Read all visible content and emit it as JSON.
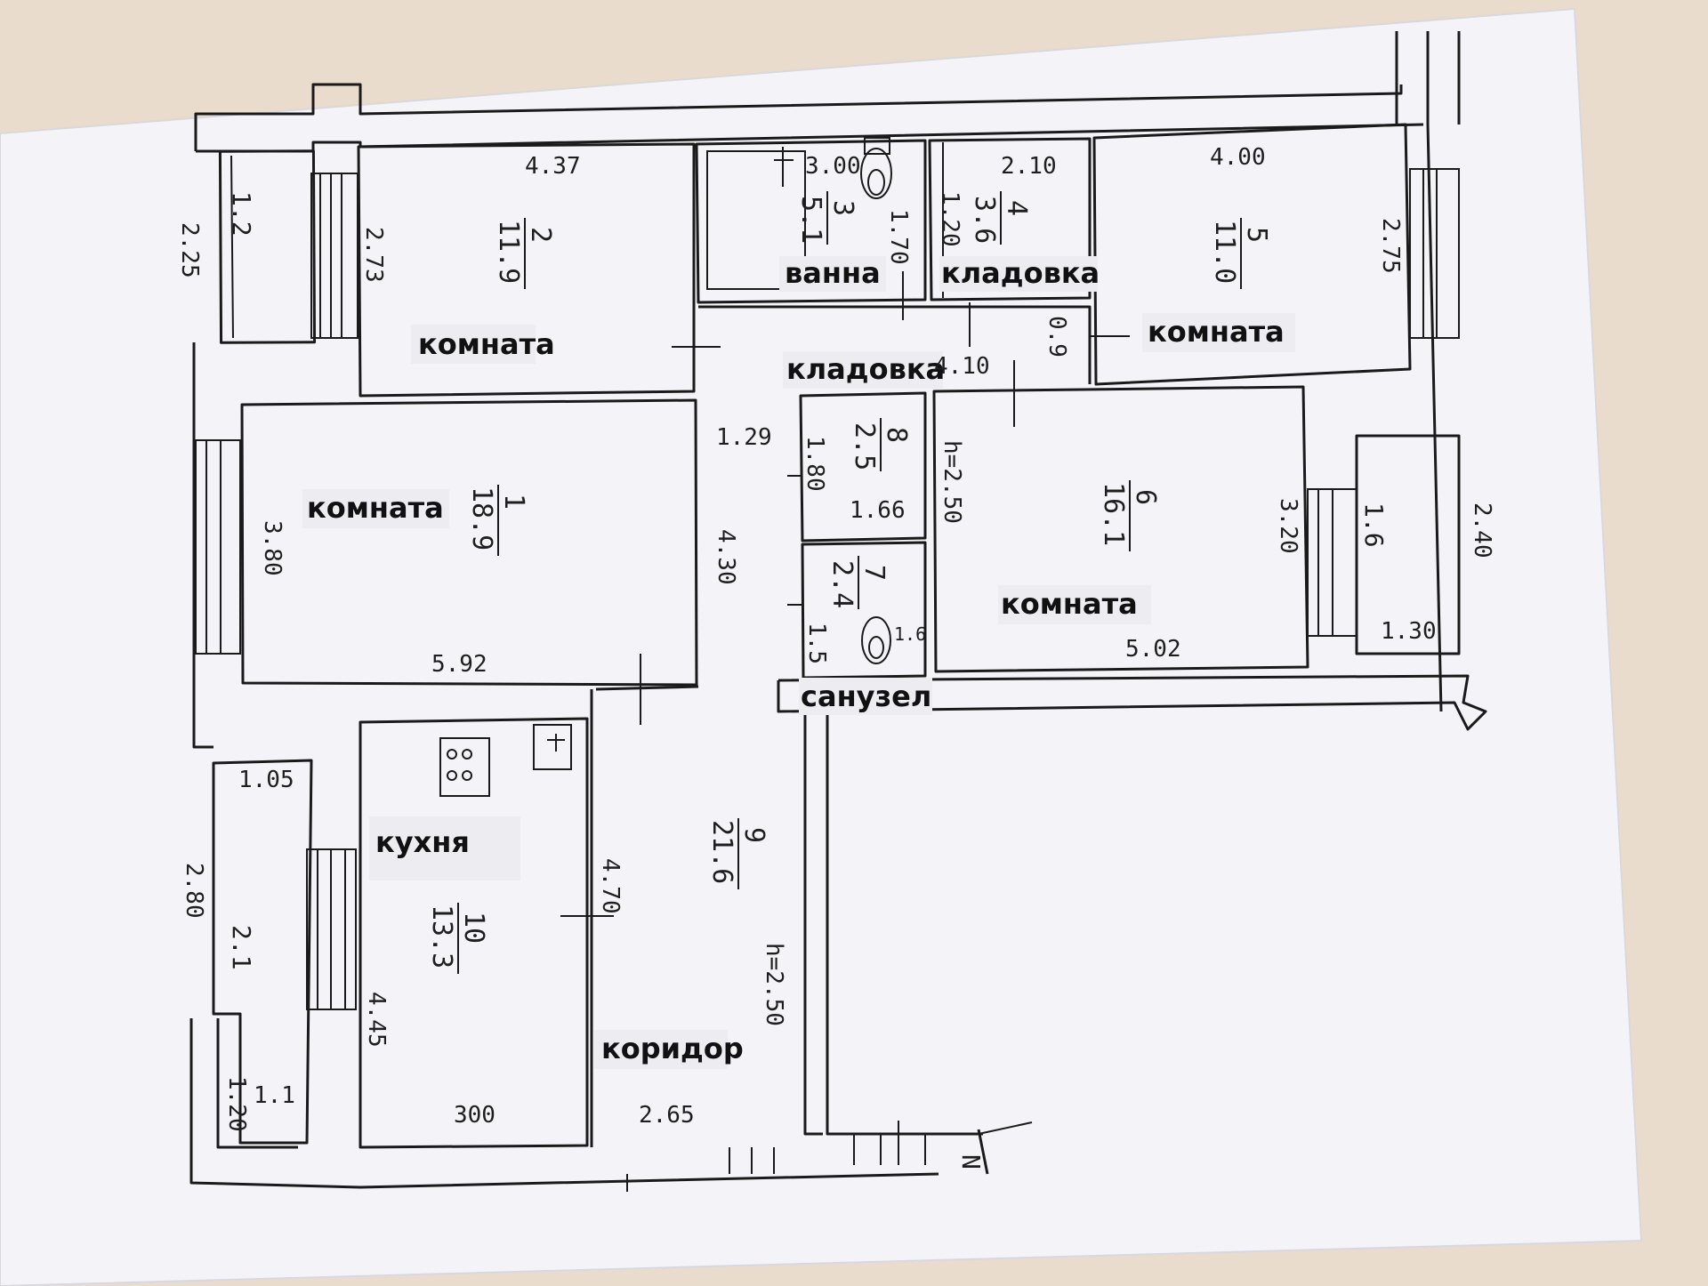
{
  "colors": {
    "table": "#e9dccd",
    "paper": "#f4f4f8",
    "ink": "#1a1a1a",
    "label_bg": "#ececf1"
  },
  "room_labels": {
    "room_1": "комната",
    "room_2": "комната",
    "bath": "ванна",
    "storage_top": "кладовка",
    "room_5": "комната",
    "storage_mid": "кладовка",
    "room_6": "комната",
    "wc": "санузел",
    "kitchen": "кухня",
    "corridor": "коридор"
  },
  "room_numbers": {
    "n1": "1",
    "a1": "18.9",
    "n2": "2",
    "a2": "11.9",
    "n3": "3",
    "a3": "5.1",
    "n4": "4",
    "a4": "3.6",
    "n5": "5",
    "a5": "11.0",
    "n6": "6",
    "a6": "16.1",
    "n7": "7",
    "a7": "2.4",
    "n8": "8",
    "a8": "2.5",
    "n9": "9",
    "a9": "21.6",
    "n10": "10",
    "a10": "13.3",
    "b1": "1.2",
    "b2": "1.6",
    "b3": "2.1",
    "b4": "1.1"
  },
  "dimensions": {
    "d437": "4.37",
    "d273": "2.73",
    "d225": "2.25",
    "d300_bath": "3.00",
    "d170_bath": "1.70",
    "d210": "2.10",
    "d120": "1.20",
    "d400": "4.00",
    "d275": "2.75",
    "d09": "0.9",
    "d410": "4.10",
    "d129": "1.29",
    "d180": "1.80",
    "d166": "1.66",
    "h250_mid": "h=2.50",
    "d320": "3.20",
    "d240": "2.40",
    "d130": "1.30",
    "d502": "5.02",
    "d15": "1.5",
    "d16": "1.6",
    "d380": "3.80",
    "d592": "5.92",
    "d430": "4.30",
    "d105": "1.05",
    "d280": "2.80",
    "d470": "4.70",
    "d445": "4.45",
    "d300_kitchen": "300",
    "d265": "2.65",
    "h250_corr": "h=2.50",
    "d120_balc": "1.20",
    "north": "N"
  }
}
